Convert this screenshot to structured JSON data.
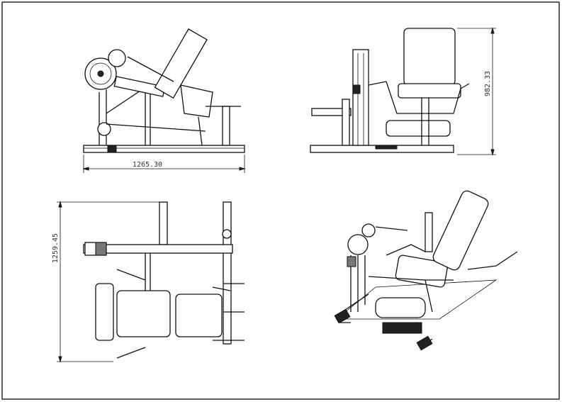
{
  "drawing": {
    "views": [
      "side-view",
      "front-view",
      "top-view",
      "isometric-view"
    ],
    "dimensions": {
      "side_length": "1265.30",
      "front_height": "982.33",
      "top_width": "1259.45"
    }
  }
}
